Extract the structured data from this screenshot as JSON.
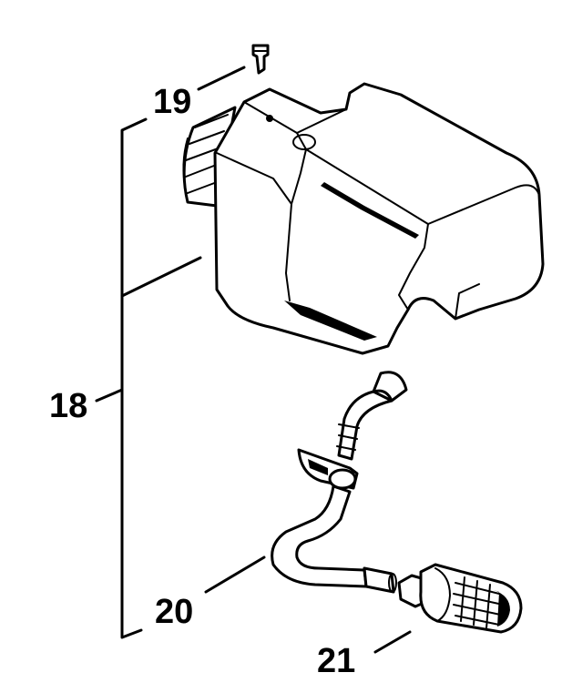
{
  "callouts": {
    "c18": "18",
    "c19": "19",
    "c20": "20",
    "c21": "21"
  },
  "parts": {
    "p18": "fuel-tank-assembly",
    "p19": "tank-vent-valve",
    "p20": "fuel-hose-with-grommet",
    "p21": "fuel-pickup-filter"
  },
  "colors": {
    "line": "#000000",
    "background": "#ffffff"
  }
}
